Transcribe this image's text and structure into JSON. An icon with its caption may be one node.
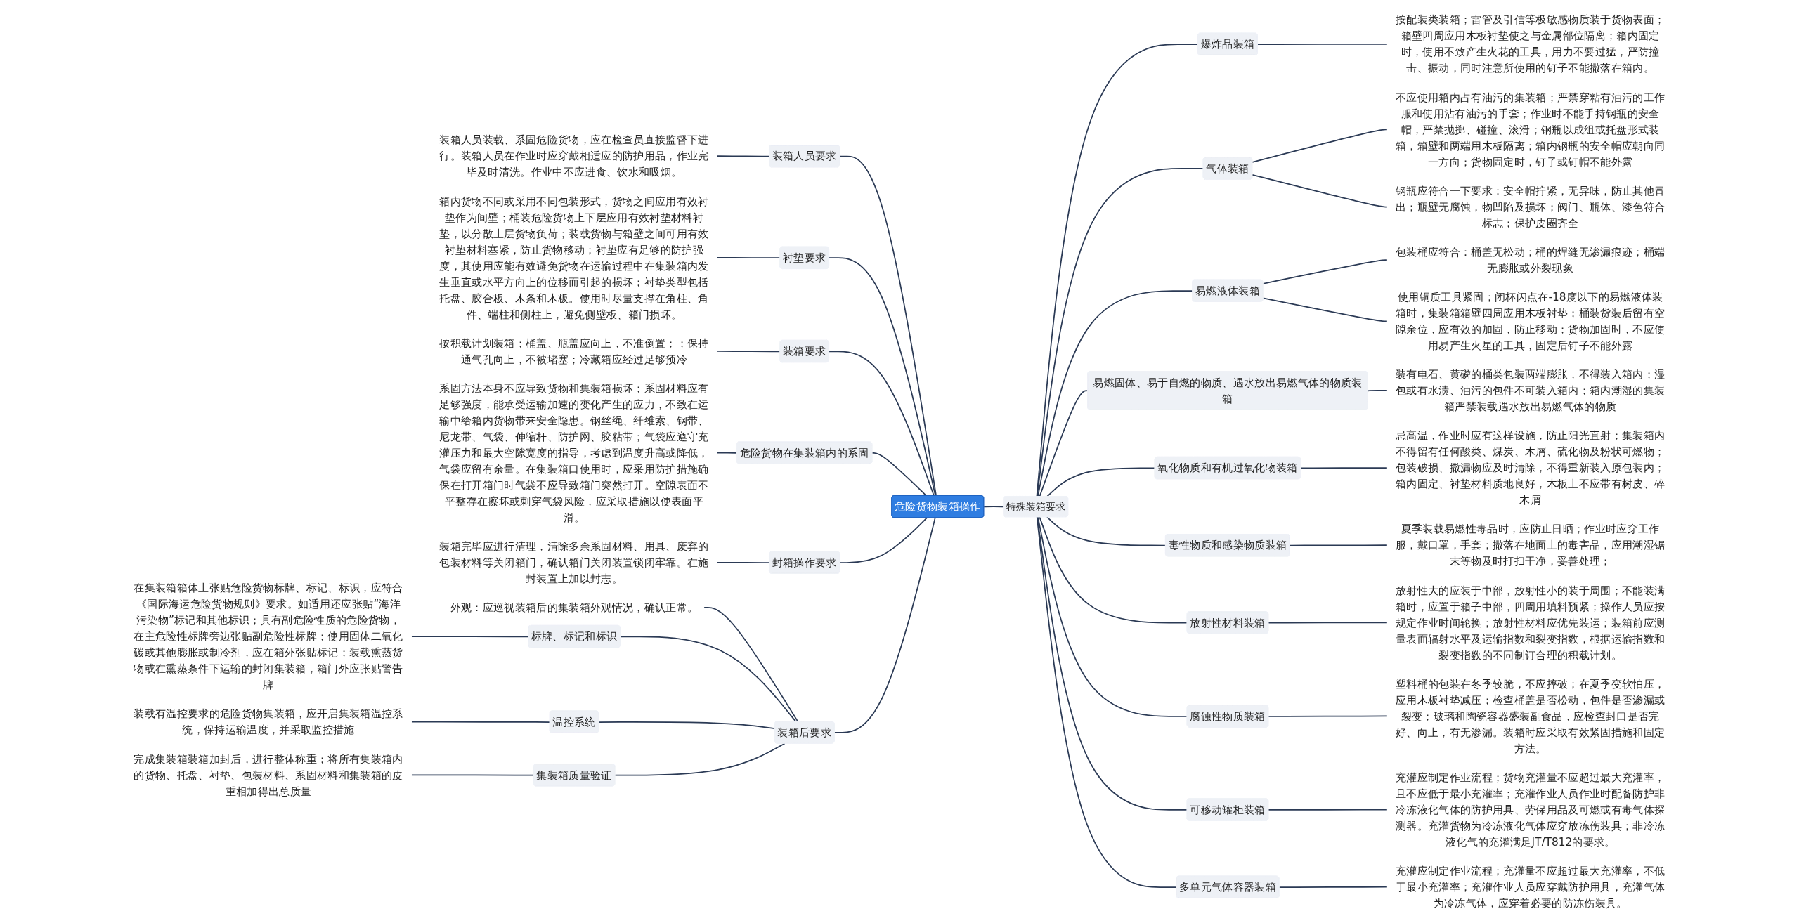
{
  "diagram": {
    "nodes": [
      {
        "text": [
          "危险货物装箱操作"
        ]
      },
      {
        "text": [
          "装箱人员要求"
        ]
      },
      {
        "text": [
          "装箱人员装载、系固危险货物，应在检查员直接监督下进行。装箱人员在作业时应穿戴相适应的防护用品，作业完毕及时清洗。作业中不应进食、饮水和吸烟。"
        ]
      },
      {
        "text": [
          "衬垫要求"
        ]
      },
      {
        "text": [
          "箱内货物不同或采用不同包装形式，货物之间应用有效衬垫作为间壁；桶装危险货物上下层应用有效衬垫材料衬垫，以分散上层货物负荷；装载货物与箱壁之间可用有效衬垫材料塞紧，防止货物移动；衬垫应有足够的防护强度，其使用应能有效避免货物在运输过程中在集装箱内发生垂直或水平方向上的位移而引起的损坏；衬垫类型包括托盘、胶合板、木条和木板。使用时尽量支撑在角柱、角件、端柱和侧柱上，避免侧壁板、箱门损坏。"
        ]
      },
      {
        "text": [
          "装箱要求"
        ]
      },
      {
        "text": [
          "按积载计划装箱；桶盖、瓶盖应向上，不准倒置；；保持通气孔向上，不被堵塞；冷藏箱应经过足够预冷"
        ]
      },
      {
        "text": [
          "危险货物在集装箱内的系固"
        ]
      },
      {
        "text": [
          "系固方法本身不应导致货物和集装箱损坏；系固材料应有足够强度，能承受运输加速的变化产生的应力，不致在运输中给箱内货物带来安全隐患。钢丝绳、纤维索、钢带、尼龙带、气袋、伸缩杆、防护网、胶粘带；气袋应遵守充灌压力和最大空隙宽度的指导，考虑到温度升高或降低，气袋应留有余量。在集装箱口使用时，应采用防护措施确保在打开箱门时气袋不应导致箱门突然打开。空隙表面不平整存在擦坏或刺穿气袋风险，应采取措施以使表面平滑。"
        ]
      },
      {
        "text": [
          "封箱操作要求"
        ]
      },
      {
        "text": [
          "装箱完毕应进行清理，清除多余系固材料、用具、废弃的包装材料等关闭箱门，确认箱门关闭装置锁闭牢靠。在施封装置上加以封志。"
        ]
      },
      {
        "text": [
          "装箱后要求"
        ]
      },
      {
        "text": [
          "外观：应巡视装箱后的集装箱外观情况，确认正常。"
        ]
      },
      {
        "text": [
          "标牌、标记和标识"
        ]
      },
      {
        "text": [
          "在集装箱箱体上张贴危险货物标牌、标记、标识，应符合《国际海运危险货物规则》要求。如适用还应张贴“海洋污染物”标记和其他标识；具有副危险性质的危险货物，在主危险性标牌旁边张贴副危险性标牌；使用固体二氧化碳或其他膨胀或制冷剂，应在箱外张贴标记；装载熏蒸货物或在熏蒸条件下运输的封闭集装箱，箱门外应张贴警告牌"
        ]
      },
      {
        "text": [
          "温控系统"
        ]
      },
      {
        "text": [
          "装载有温控要求的危险货物集装箱，应开启集装箱温控系统，保持运输温度，并采取监控措施"
        ]
      },
      {
        "text": [
          "集装箱质量验证"
        ]
      },
      {
        "text": [
          "完成集装箱装箱加封后，进行整体称重；将所有集装箱内的货物、托盘、衬垫、包装材料、系固材料和集装箱的皮重相加得出总质量"
        ]
      },
      {
        "text": [
          "特殊装箱要求"
        ]
      },
      {
        "text": [
          "爆炸品装箱"
        ]
      },
      {
        "text": [
          "按配装类装箱；雷管及引信等极敏感物质装于货物表面；箱壁四周应用木板衬垫使之与金属部位隔离；箱内固定时，使用不致产生火花的工具，用力不要过猛，严防撞击、振动，同时注意所使用的钉子不能撒落在箱内。"
        ]
      },
      {
        "text": [
          "气体装箱"
        ]
      },
      {
        "text": [
          "不应使用箱内占有油污的集装箱；严禁穿粘有油污的工作服和使用沾有油污的手套；作业时不能手持钢瓶的安全帽，严禁抛掷、碰撞、滚滑；钢瓶以成组或托盘形式装箱，箱壁和两端用木板隔离；箱内钢瓶的安全帽应朝向同一方向；货物固定时，钉子或钉帽不能外露"
        ]
      },
      {
        "text": [
          "钢瓶应符合一下要求：安全帽拧紧，无异味，防止其他冒出；瓶壁无腐蚀，物凹陷及损坏；阀门、瓶体、漆色符合标志；保护皮圈齐全"
        ]
      },
      {
        "text": [
          "易燃液体装箱"
        ]
      },
      {
        "text": [
          "包装桶应符合：桶盖无松动；桶的焊缝无渗漏痕迹；桶端无膨胀或外裂现象"
        ]
      },
      {
        "text": [
          "使用铜质工具紧固；闭杯闪点在-18度以下的易燃液体装箱时，集装箱箱壁四周应用木板衬垫；桶装货装后留有空隙余位，应有效的加固，防止移动；货物加固时，不应使用易产生火星的工具，固定后钉子不能外露"
        ]
      },
      {
        "text": [
          "易燃固体、易于自燃的物质、遇水放出易燃气体的物质装箱"
        ]
      },
      {
        "text": [
          "装有电石、黄磷的桶类包装两端膨胀，不得装入箱内；湿包或有水渍、油污的包件不可装入箱内；箱内潮湿的集装箱严禁装载遇水放出易燃气体的物质"
        ]
      },
      {
        "text": [
          "氧化物质和有机过氧化物装箱"
        ]
      },
      {
        "text": [
          "忌高温，作业时应有这样设施，防止阳光直射；集装箱内不得留有任何酸类、煤炭、木屑、硫化物及粉状可燃物；包装破损、撒漏物应及时清除，不得重新装入原包装内；箱内固定、衬垫材料质地良好，木板上不应带有树皮、碎木屑"
        ]
      },
      {
        "text": [
          "毒性物质和感染物质装箱"
        ]
      },
      {
        "text": [
          "夏季装载易燃性毒品时，应防止日晒；作业时应穿工作服，戴口罩，手套；撒落在地面上的毒害品，应用潮湿锯末等物及时打扫干净，妥善处理；"
        ]
      },
      {
        "text": [
          "放射性材料装箱"
        ]
      },
      {
        "text": [
          "放射性大的应装于中部，放射性小的装于周围；不能装满箱时，应置于箱子中部，四周用填料预紧；操作人员应按规定作业时间轮换；放射性材料应优先装运；装箱前应测量表面辐射水平及运输指数和裂变指数，根据运输指数和裂变指数的不同制订合理的积载计划。"
        ]
      },
      {
        "text": [
          "腐蚀性物质装箱"
        ]
      },
      {
        "text": [
          "塑料桶的包装在冬季较脆，不应摔破；在夏季变软怕压，应用木板衬垫减压；检查桶盖是否松动，包件是否渗漏或裂变；玻璃和陶瓷容器盛装副食品，应检查封口是否完好、向上，有无渗漏。装箱时应采取有效紧固措施和固定方法。"
        ]
      },
      {
        "text": [
          "可移动罐柜装箱"
        ]
      },
      {
        "text": [
          "充灌应制定作业流程；货物充灌量不应超过最大充灌率，且不应低于最小充灌率；充灌作业人员作业时配备防护非冷冻液化气体的防护用具、劳保用品及可燃或有毒气体探测器。充灌货物为冷冻液化气体应穿放冻伤装具；非冷冻液化气的充灌满足JT/T812的要求。"
        ]
      },
      {
        "text": [
          "多单元气体容器装箱"
        ]
      },
      {
        "text": [
          "充灌应制定作业流程；充灌量不应超过最大充灌率，不低于最小充灌率；充灌作业人员应穿戴防护用具，充灌气体为冷冻气体，应穿着必要的防冻伤装具。"
        ]
      }
    ],
    "edges": [
      {
        "from": 1,
        "to": 0,
        "arrow": "none"
      },
      {
        "from": 2,
        "to": 1,
        "arrow": "none"
      },
      {
        "from": 3,
        "to": 0,
        "arrow": "none"
      },
      {
        "from": 4,
        "to": 3,
        "arrow": "none"
      },
      {
        "from": 5,
        "to": 0,
        "arrow": "none"
      },
      {
        "from": 6,
        "to": 5,
        "arrow": "none"
      },
      {
        "from": 7,
        "to": 0,
        "arrow": "none"
      },
      {
        "from": 8,
        "to": 7,
        "arrow": "none"
      },
      {
        "from": 9,
        "to": 0,
        "arrow": "none"
      },
      {
        "from": 10,
        "to": 9,
        "arrow": "none"
      },
      {
        "from": 11,
        "to": 0,
        "arrow": "none"
      },
      {
        "from": 12,
        "to": 11,
        "arrow": "none"
      },
      {
        "from": 13,
        "to": 11,
        "arrow": "none"
      },
      {
        "from": 14,
        "to": 13,
        "arrow": "none"
      },
      {
        "from": 15,
        "to": 11,
        "arrow": "none"
      },
      {
        "from": 16,
        "to": 15,
        "arrow": "none"
      },
      {
        "from": 17,
        "to": 11,
        "arrow": "none"
      },
      {
        "from": 18,
        "to": 17,
        "arrow": "none"
      },
      {
        "from": 0,
        "to": 19,
        "arrow": "none"
      },
      {
        "from": 19,
        "to": 20,
        "arrow": "none"
      },
      {
        "from": 20,
        "to": 21,
        "arrow": "none"
      },
      {
        "from": 19,
        "to": 22,
        "arrow": "none"
      },
      {
        "from": 22,
        "to": 23,
        "arrow": "none"
      },
      {
        "from": 22,
        "to": 24,
        "arrow": "none"
      },
      {
        "from": 19,
        "to": 25,
        "arrow": "none"
      },
      {
        "from": 25,
        "to": 26,
        "arrow": "none"
      },
      {
        "from": 25,
        "to": 27,
        "arrow": "none"
      },
      {
        "from": 19,
        "to": 28,
        "arrow": "none"
      },
      {
        "from": 28,
        "to": 29,
        "arrow": "none"
      },
      {
        "from": 19,
        "to": 30,
        "arrow": "none"
      },
      {
        "from": 30,
        "to": 31,
        "arrow": "none"
      },
      {
        "from": 19,
        "to": 32,
        "arrow": "none"
      },
      {
        "from": 32,
        "to": 33,
        "arrow": "none"
      },
      {
        "from": 19,
        "to": 34,
        "arrow": "none"
      },
      {
        "from": 34,
        "to": 35,
        "arrow": "none"
      },
      {
        "from": 19,
        "to": 36,
        "arrow": "none"
      },
      {
        "from": 36,
        "to": 37,
        "arrow": "none"
      },
      {
        "from": 19,
        "to": 38,
        "arrow": "none"
      },
      {
        "from": 38,
        "to": 39,
        "arrow": "none"
      },
      {
        "from": 19,
        "to": 40,
        "arrow": "none"
      },
      {
        "from": 40,
        "to": 41,
        "arrow": "none"
      }
    ]
  }
}
